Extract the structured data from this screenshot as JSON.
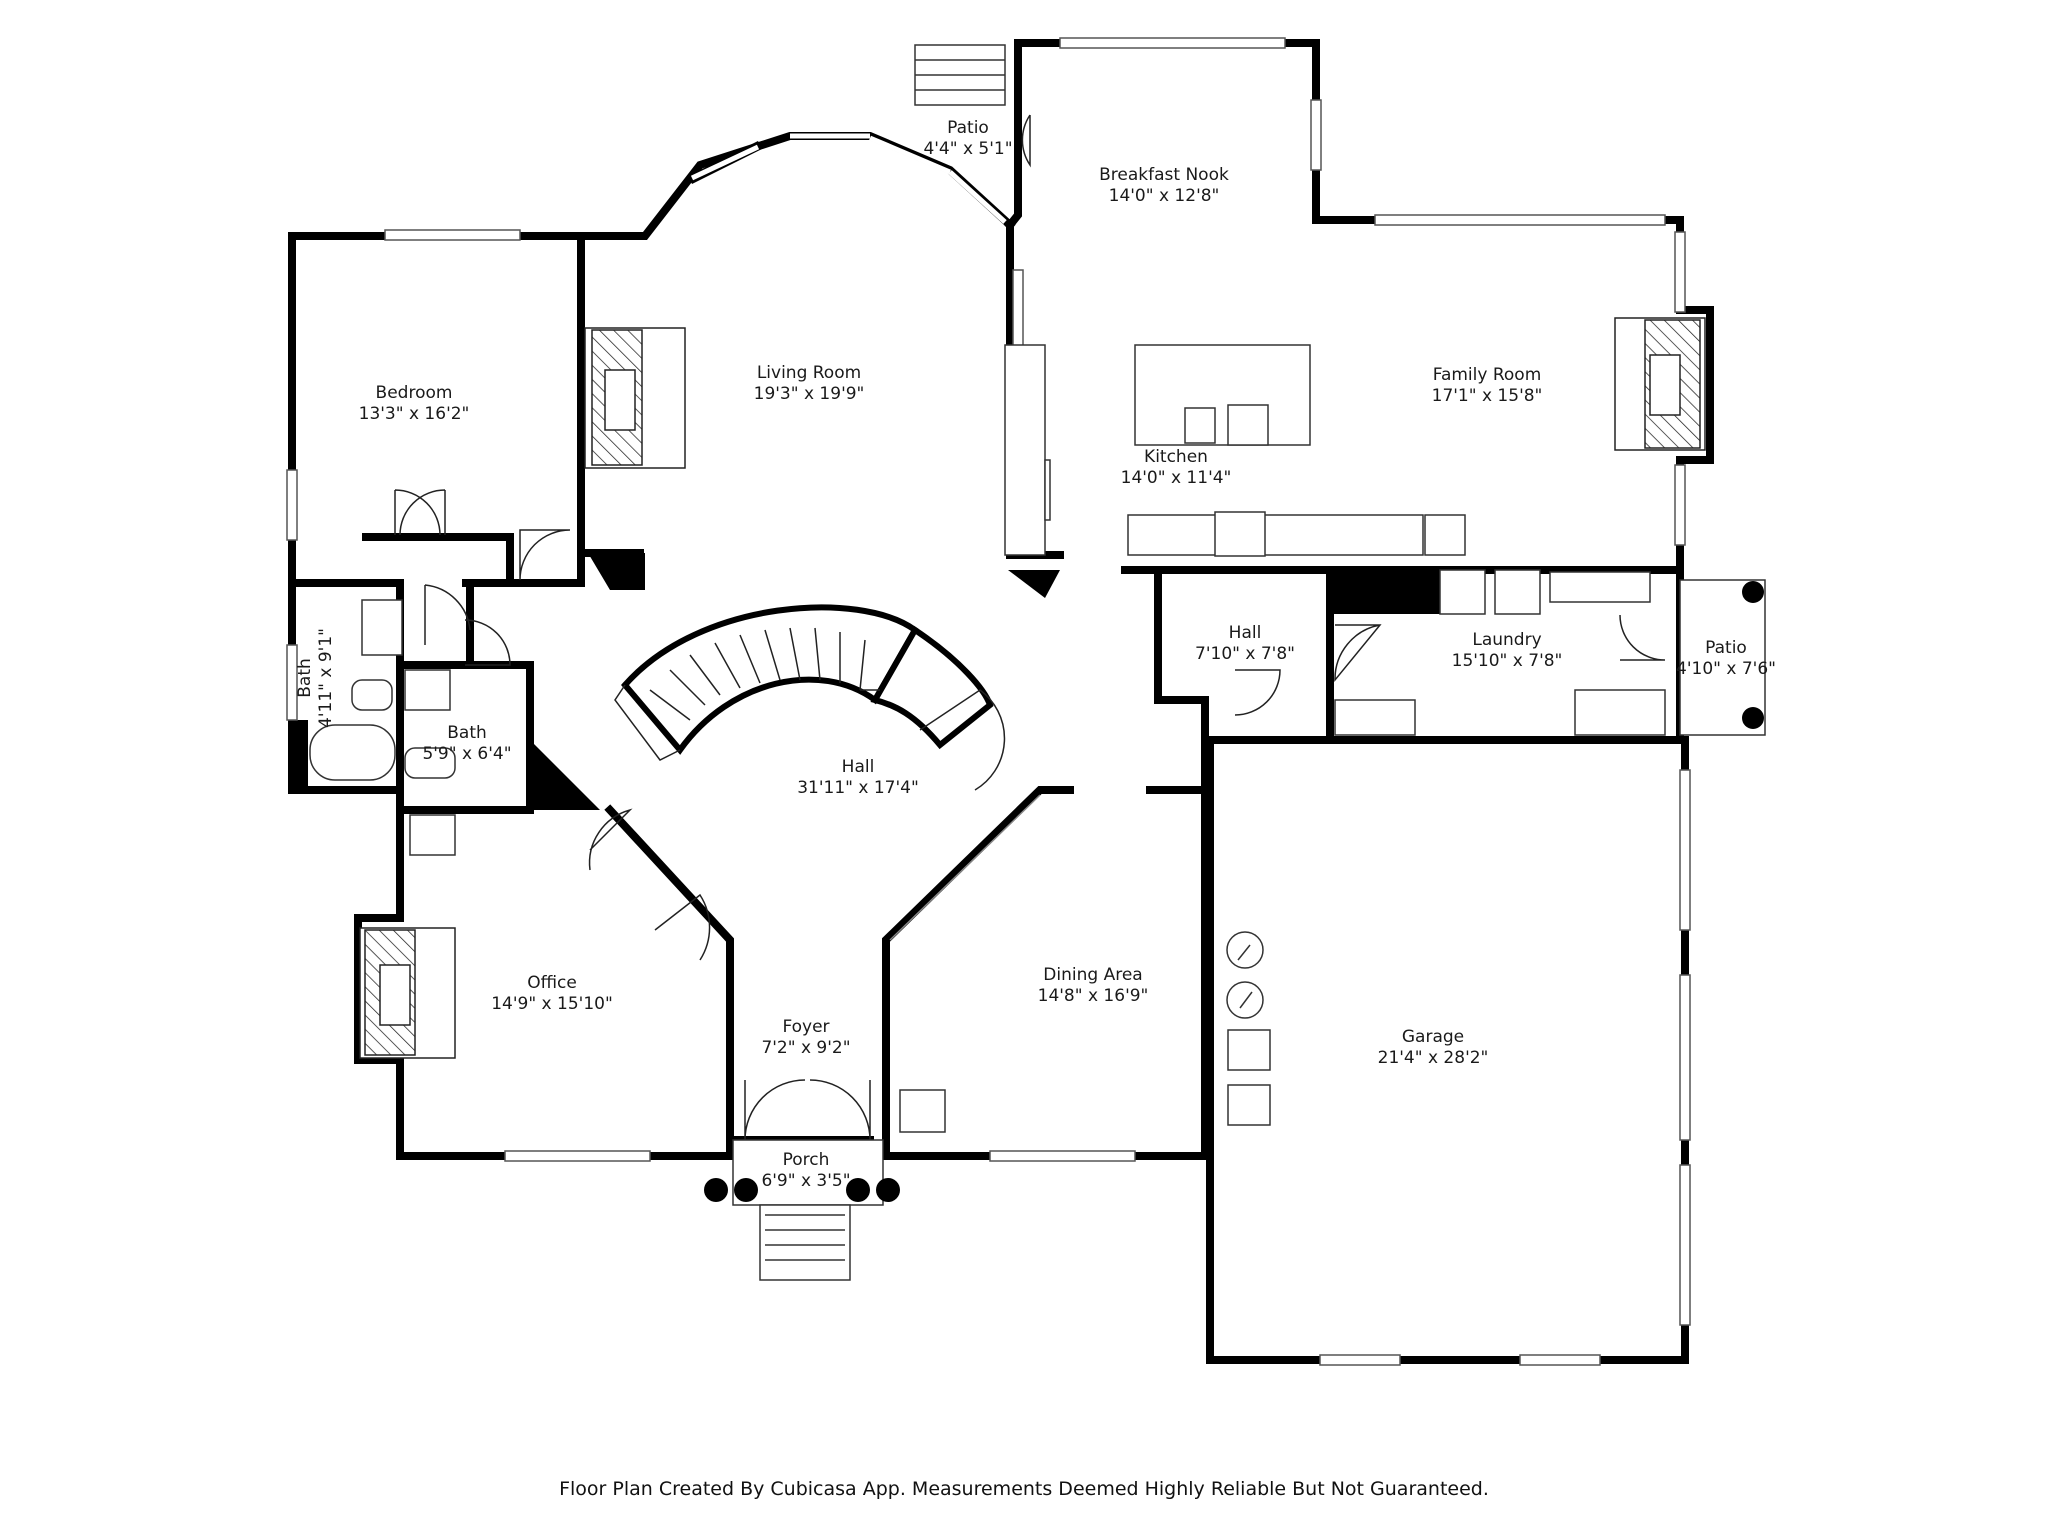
{
  "rooms": [
    {
      "id": "bedroom",
      "name": "Bedroom",
      "dims": "13'3\" x 16'2\""
    },
    {
      "id": "living-room",
      "name": "Living Room",
      "dims": "19'3\" x 19'9\""
    },
    {
      "id": "patio-top",
      "name": "Patio",
      "dims": "4'4\" x 5'1\""
    },
    {
      "id": "breakfast-nook",
      "name": "Breakfast Nook",
      "dims": "14'0\" x 12'8\""
    },
    {
      "id": "family-room",
      "name": "Family Room",
      "dims": "17'1\" x 15'8\""
    },
    {
      "id": "kitchen",
      "name": "Kitchen",
      "dims": "14'0\" x 11'4\""
    },
    {
      "id": "bath-left",
      "name": "Bath",
      "dims": "4'11\" x 9'1\""
    },
    {
      "id": "bath-mid",
      "name": "Bath",
      "dims": "5'9\" x 6'4\""
    },
    {
      "id": "hall-main",
      "name": "Hall",
      "dims": "31'11\" x 17'4\""
    },
    {
      "id": "hall-small",
      "name": "Hall",
      "dims": "7'10\" x 7'8\""
    },
    {
      "id": "laundry",
      "name": "Laundry",
      "dims": "15'10\" x 7'8\""
    },
    {
      "id": "patio-right",
      "name": "Patio",
      "dims": "4'10\" x 7'6\""
    },
    {
      "id": "office",
      "name": "Office",
      "dims": "14'9\" x 15'10\""
    },
    {
      "id": "dining-area",
      "name": "Dining Area",
      "dims": "14'8\" x 16'9\""
    },
    {
      "id": "foyer",
      "name": "Foyer",
      "dims": "7'2\" x 9'2\""
    },
    {
      "id": "garage",
      "name": "Garage",
      "dims": "21'4\" x 28'2\""
    },
    {
      "id": "porch",
      "name": "Porch",
      "dims": "6'9\" x 3'5\""
    }
  ],
  "footer": "Floor Plan Created By Cubicasa App. Measurements Deemed Highly Reliable But Not Guaranteed."
}
